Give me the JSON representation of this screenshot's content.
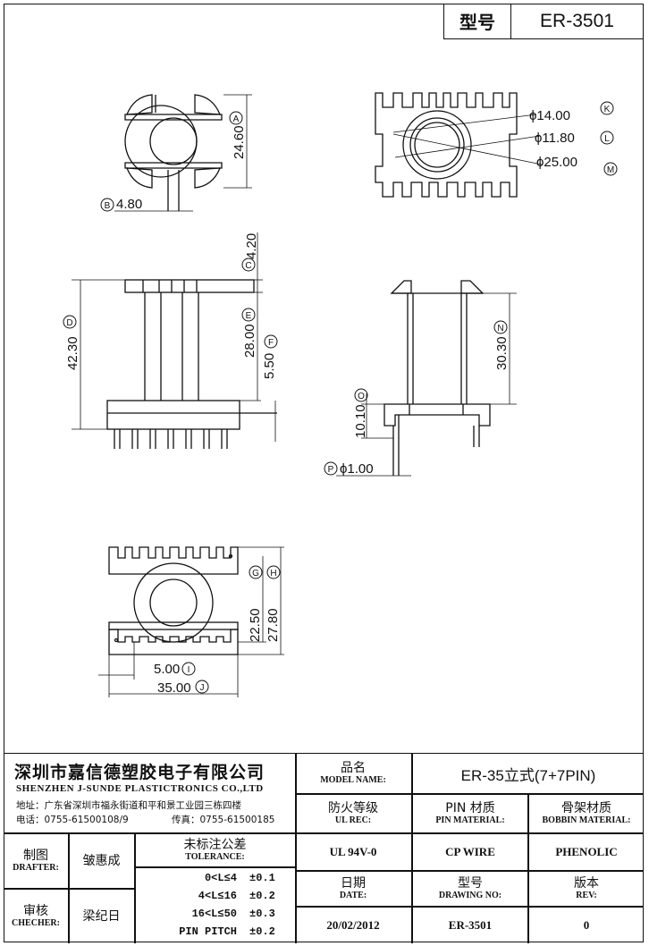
{
  "header": {
    "label": "型号",
    "value": "ER-3501"
  },
  "drawing": {
    "top_view": {
      "height": "24.60",
      "height_mark": "A",
      "pin_width": "4.80",
      "pin_width_mark": "B"
    },
    "end_view": {
      "d1": "ϕ14.00",
      "d1_mark": "K",
      "d2": "ϕ11.80",
      "d2_mark": "L",
      "d3": "ϕ25.00",
      "d3_mark": "M"
    },
    "front_view": {
      "c": "4.20",
      "c_mark": "C",
      "d": "42.30",
      "d_mark": "D",
      "e": "28.00",
      "e_mark": "E",
      "f": "5.50",
      "f_mark": "F"
    },
    "side_view": {
      "n": "30.30",
      "n_mark": "N",
      "o": "10.10",
      "o_mark": "O",
      "p": "ϕ1.00",
      "p_mark": "P"
    },
    "bottom_view": {
      "g": "22.50",
      "g_mark": "G",
      "h": "27.80",
      "h_mark": "H",
      "i": "5.00",
      "i_mark": "I",
      "j": "35.00",
      "j_mark": "J"
    }
  },
  "title_block": {
    "company_cn": "深圳市嘉信德塑胶电子有限公司",
    "company_en": "SHENZHEN J-SUNDE PLASTICTRONICS CO.,LTD",
    "address": "地址：广东省深圳市福永街道和平和景工业园三栋四楼",
    "phone": "电话：0755-61500108/9",
    "fax": "传真：0755-61500185",
    "model_name_cn": "品名",
    "model_name_en": "MODEL NAME:",
    "model_name_value": "ER-35立式(7+7PIN)",
    "ul_rec_cn": "防火等级",
    "ul_rec_en": "UL REC:",
    "ul_rec_value": "UL 94V-0",
    "pin_material_cn": "PIN 材质",
    "pin_material_en": "PIN MATERIAL:",
    "pin_material_value": "CP WIRE",
    "bobbin_material_cn": "骨架材质",
    "bobbin_material_en": "BOBBIN MATERIAL:",
    "bobbin_material_value": "PHENOLIC",
    "drafter_cn": "制图",
    "drafter_en": "DRAFTER:",
    "drafter_value": "皱惠成",
    "checker_cn": "审核",
    "checker_en": "CHECHER:",
    "checker_value": "梁纪日",
    "tolerance_cn": "未标注公差",
    "tolerance_en": "TOLERANCE:",
    "tolerance_rows": [
      {
        "range": "0<L≤4",
        "value": "±0.1"
      },
      {
        "range": "4<L≤16",
        "value": "±0.2"
      },
      {
        "range": "16<L≤50",
        "value": "±0.3"
      },
      {
        "range": "PIN PITCH",
        "value": "±0.2"
      }
    ],
    "date_cn": "日期",
    "date_en": "DATE:",
    "date_value": "20/02/2012",
    "drawing_no_cn": "型号",
    "drawing_no_en": "DRAWING NO:",
    "drawing_no_value": "ER-3501",
    "rev_cn": "版本",
    "rev_en": "REV:",
    "rev_value": "0"
  }
}
